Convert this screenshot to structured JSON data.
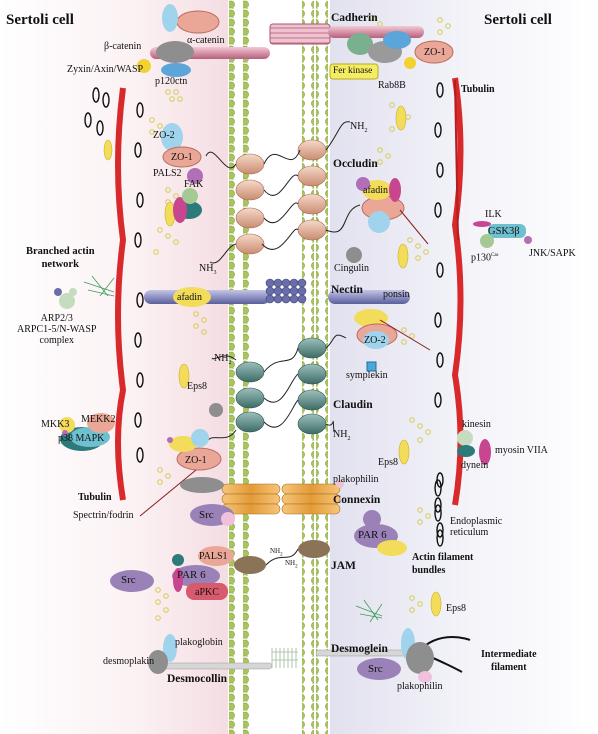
{
  "cells": {
    "left": "Sertoli cell",
    "right": "Sertoli cell"
  },
  "junctions": {
    "cadherin": "Cadherin",
    "occludin": "Occludin",
    "nectin": "Nectin",
    "claudin": "Claudin",
    "connexin": "Connexin",
    "jam": "JAM",
    "desmoglein": "Desmoglein",
    "desmocollin": "Desmocollin"
  },
  "proteins": {
    "beta_catenin": "β-catenin",
    "alpha_catenin": "α-catenin",
    "zyxin": "Zyxin/Axin/WASP",
    "p120": "p120ctn",
    "zo1_top": "ZO-1",
    "fer_kinase": "Fer kinase",
    "rab8b": "Rab8B",
    "zo2_left": "ZO-2",
    "zo1_left": "ZO-1",
    "pals2": "PALS2",
    "fak": "FAK",
    "nh2_occ": "NH",
    "nh3": "NH",
    "afadin_right": "afadin",
    "ilk": "ILK",
    "gsk3b": "GSK3β",
    "p130": "p130",
    "p130_sup": "Cas",
    "jnk": "JNK/SAPK",
    "cingulin": "Cingulin",
    "afadin_left": "afadin",
    "ponsin": "ponsin",
    "zo2_right": "ZO-2",
    "symplekin": "symplekin",
    "nh2_cla": "NH",
    "nh2_cla2": "NH",
    "eps8_left": "Eps8",
    "eps8_right": "Eps8",
    "kinesin": "kinesin",
    "myosin": "myosin VIIA",
    "dynein": "dynein",
    "zo1_lower": "ZO-1",
    "plakophilin_mid": "plakophilin",
    "src_mid": "Src",
    "par6_right": "PAR 6",
    "pals1": "PALS1",
    "par6_left": "PAR 6",
    "apkc": "aPKC",
    "src_left": "Src",
    "nh2_jam1": "NH",
    "nh2_jam2": "NH",
    "eps8_bottom": "Eps8",
    "plakoglobin": "plakoglobin",
    "desmoplakin": "desmoplakin",
    "src_right": "Src",
    "plakophilin_bottom": "plakophilin"
  },
  "labels": {
    "tubulin_right": "Tubulin",
    "tubulin_left": "Tubulin",
    "branched_actin": "Branched actin\nnetwork",
    "arp": "ARP2/3\nARPC1-5/N-WASP\ncomplex",
    "mekk2": "MEKK2",
    "mkk3": "MKK3",
    "p38": "p38 MAPK",
    "spectrin": "Spectrin/fodrin",
    "er": "Endoplasmic\nreticulum",
    "actin_bundles": "Actin filament\nbundles",
    "intermediate": "Intermediate\nfilament"
  },
  "colors": {
    "membrane_green": "#c7d98a",
    "occludin": "#e9b9a3",
    "claudin": "#5a8a86",
    "nectin": "#6a6ea8",
    "connexin": "#e0a34a",
    "tubulin": "#d82a2a",
    "vesicle": "#e0dc7a"
  }
}
